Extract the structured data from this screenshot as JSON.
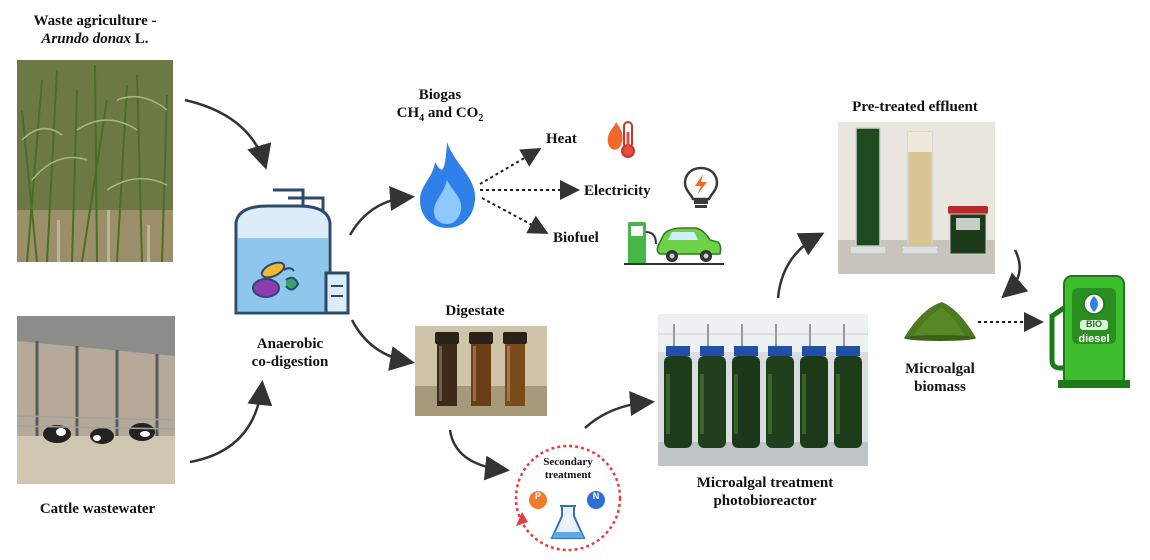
{
  "inputs": {
    "waste_title_line1": "Waste agriculture -",
    "waste_title_line2_italic": "Arundo donax",
    "waste_title_line2_suffix": " L.",
    "cattle_title": "Cattle wastewater"
  },
  "digestion": {
    "line1": "Anaerobic",
    "line2": "co-digestion"
  },
  "biogas": {
    "title": "Biogas",
    "ch4_prefix": "CH",
    "ch4_sub": "4",
    "and_co": " and CO",
    "co2_sub": "2"
  },
  "outputs": {
    "heat": "Heat",
    "electricity": "Electricity",
    "biofuel": "Biofuel"
  },
  "digestate": {
    "title": "Digestate"
  },
  "secondary": {
    "line1": "Secondary",
    "line2": "treatment",
    "p": "P",
    "n": "N"
  },
  "microalgal": {
    "line1": "Microalgal treatment",
    "line2": "photobioreactor"
  },
  "effluent": {
    "title": "Pre-treated effluent"
  },
  "biomass": {
    "line1": "Microalgal",
    "line2": "biomass"
  },
  "pump": {
    "bio": "BIO",
    "diesel": "diesel"
  },
  "colors": {
    "flame": "#2f7fe8",
    "tank": "#6fb4e6",
    "pump_green": "#3ebd2f",
    "secondary_ring": "#e0413f"
  }
}
